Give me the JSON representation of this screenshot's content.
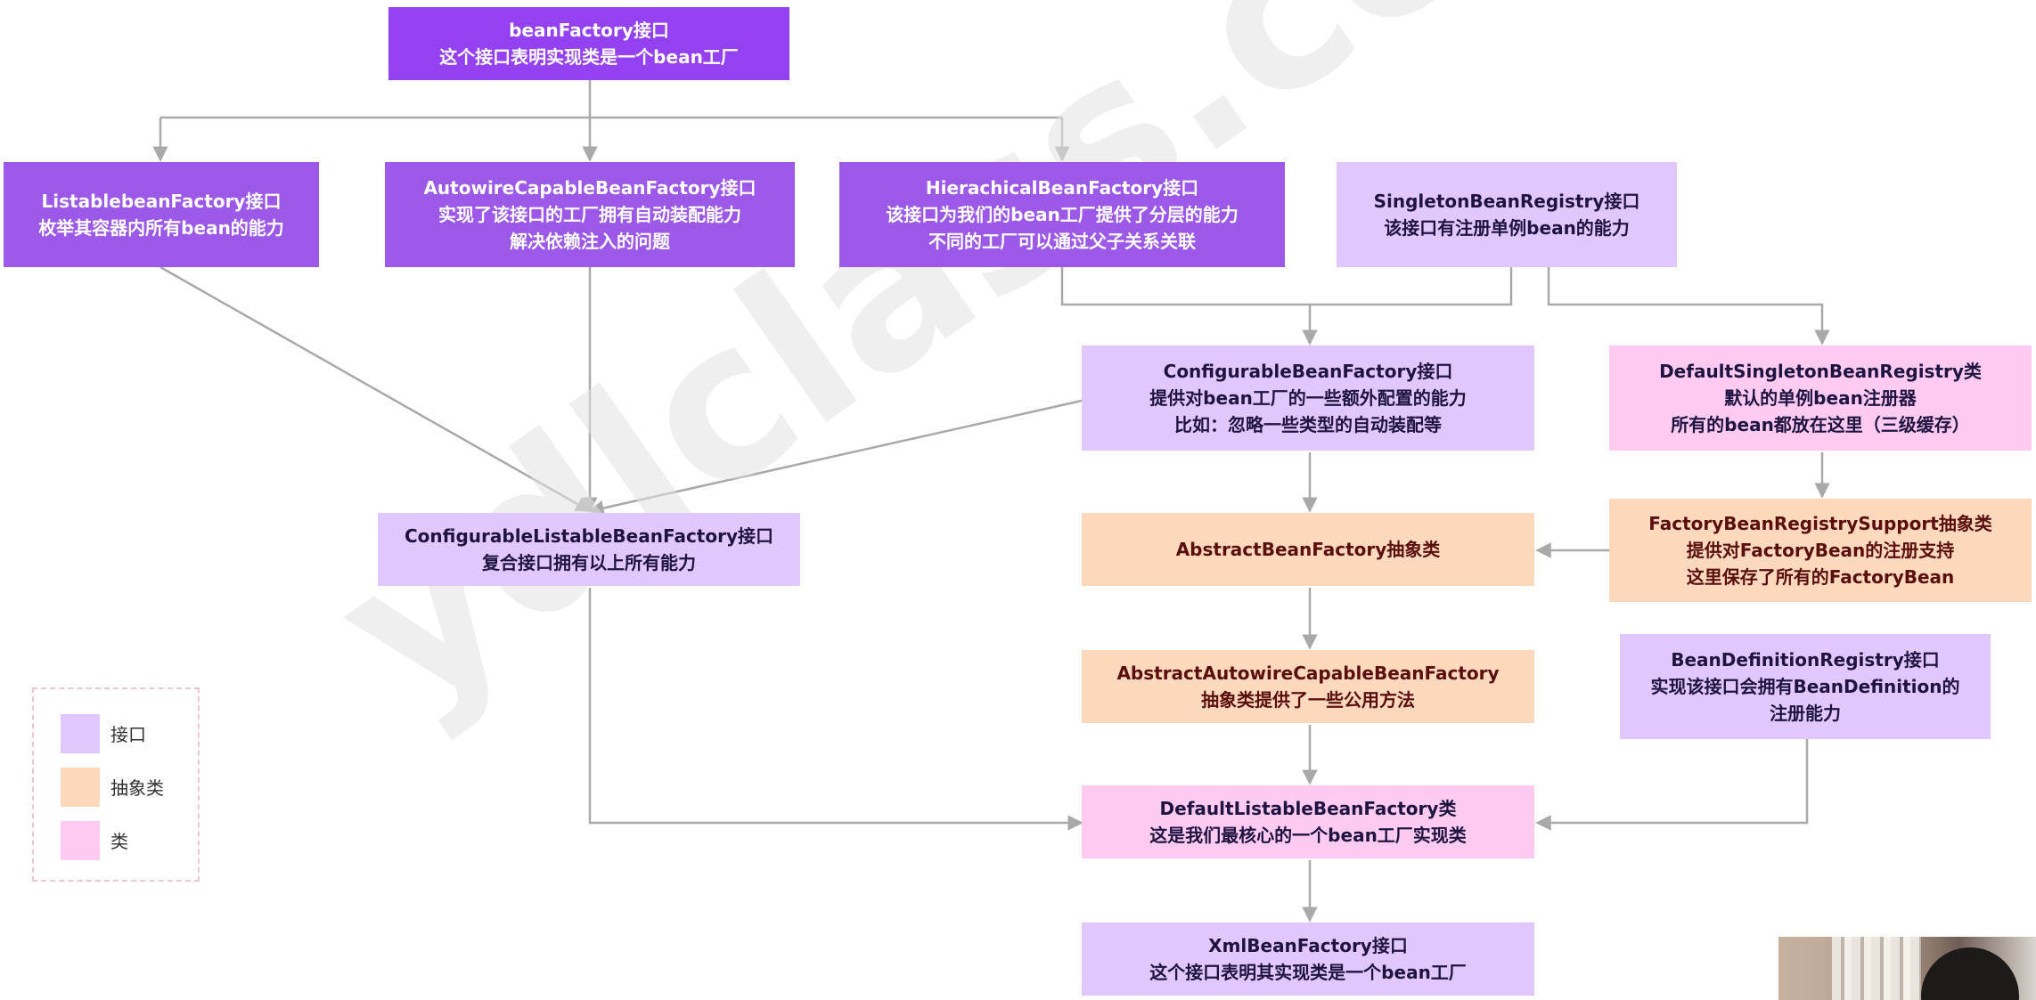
{
  "nodes": {
    "bean_factory": [
      "beanFactory接口",
      "这个接口表明实现类是一个bean工厂"
    ],
    "listable_bean_factory": [
      "ListablebeanFactory接口",
      "枚举其容器内所有bean的能力"
    ],
    "autowire_capable_bean_factory": [
      "AutowireCapableBeanFactory接口",
      "实现了该接口的工厂拥有自动装配能力",
      "解决依赖注入的问题"
    ],
    "hierachical_bean_factory": [
      "HierachicalBeanFactory接口",
      "该接口为我们的bean工厂提供了分层的能力",
      "不同的工厂可以通过父子关系关联"
    ],
    "singleton_bean_registry": [
      "SingletonBeanRegistry接口",
      "该接口有注册单例bean的能力"
    ],
    "configurable_bean_factory": [
      "ConfigurableBeanFactory接口",
      "提供对bean工厂的一些额外配置的能力",
      "比如：忽略一些类型的自动装配等"
    ],
    "default_singleton_bean_registry": [
      "DefaultSingletonBeanRegistry类",
      "默认的单例bean注册器",
      "所有的bean都放在这里（三级缓存）"
    ],
    "configurable_listable_bean_factory": [
      "ConfigurableListableBeanFactory接口",
      "复合接口拥有以上所有能力"
    ],
    "abstract_bean_factory": [
      "AbstractBeanFactory抽象类"
    ],
    "factory_bean_registry_support": [
      "FactoryBeanRegistrySupport抽象类",
      "提供对FactoryBean的注册支持",
      "这里保存了所有的FactoryBean"
    ],
    "abstract_autowire_capable_bean_factory": [
      "AbstractAutowireCapableBeanFactory",
      "抽象类提供了一些公用方法"
    ],
    "bean_definition_registry": [
      "BeanDefinitionRegistry接口",
      "实现该接口会拥有BeanDefinition的",
      "注册能力"
    ],
    "default_listable_bean_factory": [
      "DefaultListableBeanFactory类",
      "这是我们最核心的一个bean工厂实现类"
    ],
    "xml_bean_factory": [
      "XmlBeanFactory接口",
      "这个接口表明其实现类是一个bean工厂"
    ]
  },
  "legend": [
    {
      "label": "接口",
      "color": "#e0c8fd"
    },
    {
      "label": "抽象类",
      "color": "#fcd9bd"
    },
    {
      "label": "类",
      "color": "#fdcaf1"
    }
  ],
  "colors": {
    "interface_dark": "#9c59e8",
    "interface_root": "#9441f2",
    "interface_light": "#e0c8fd",
    "abstract_class": "#fcd9bd",
    "class": "#fdcaf1",
    "connector": "#a9a9a9"
  },
  "watermark": "ydlclass.com"
}
